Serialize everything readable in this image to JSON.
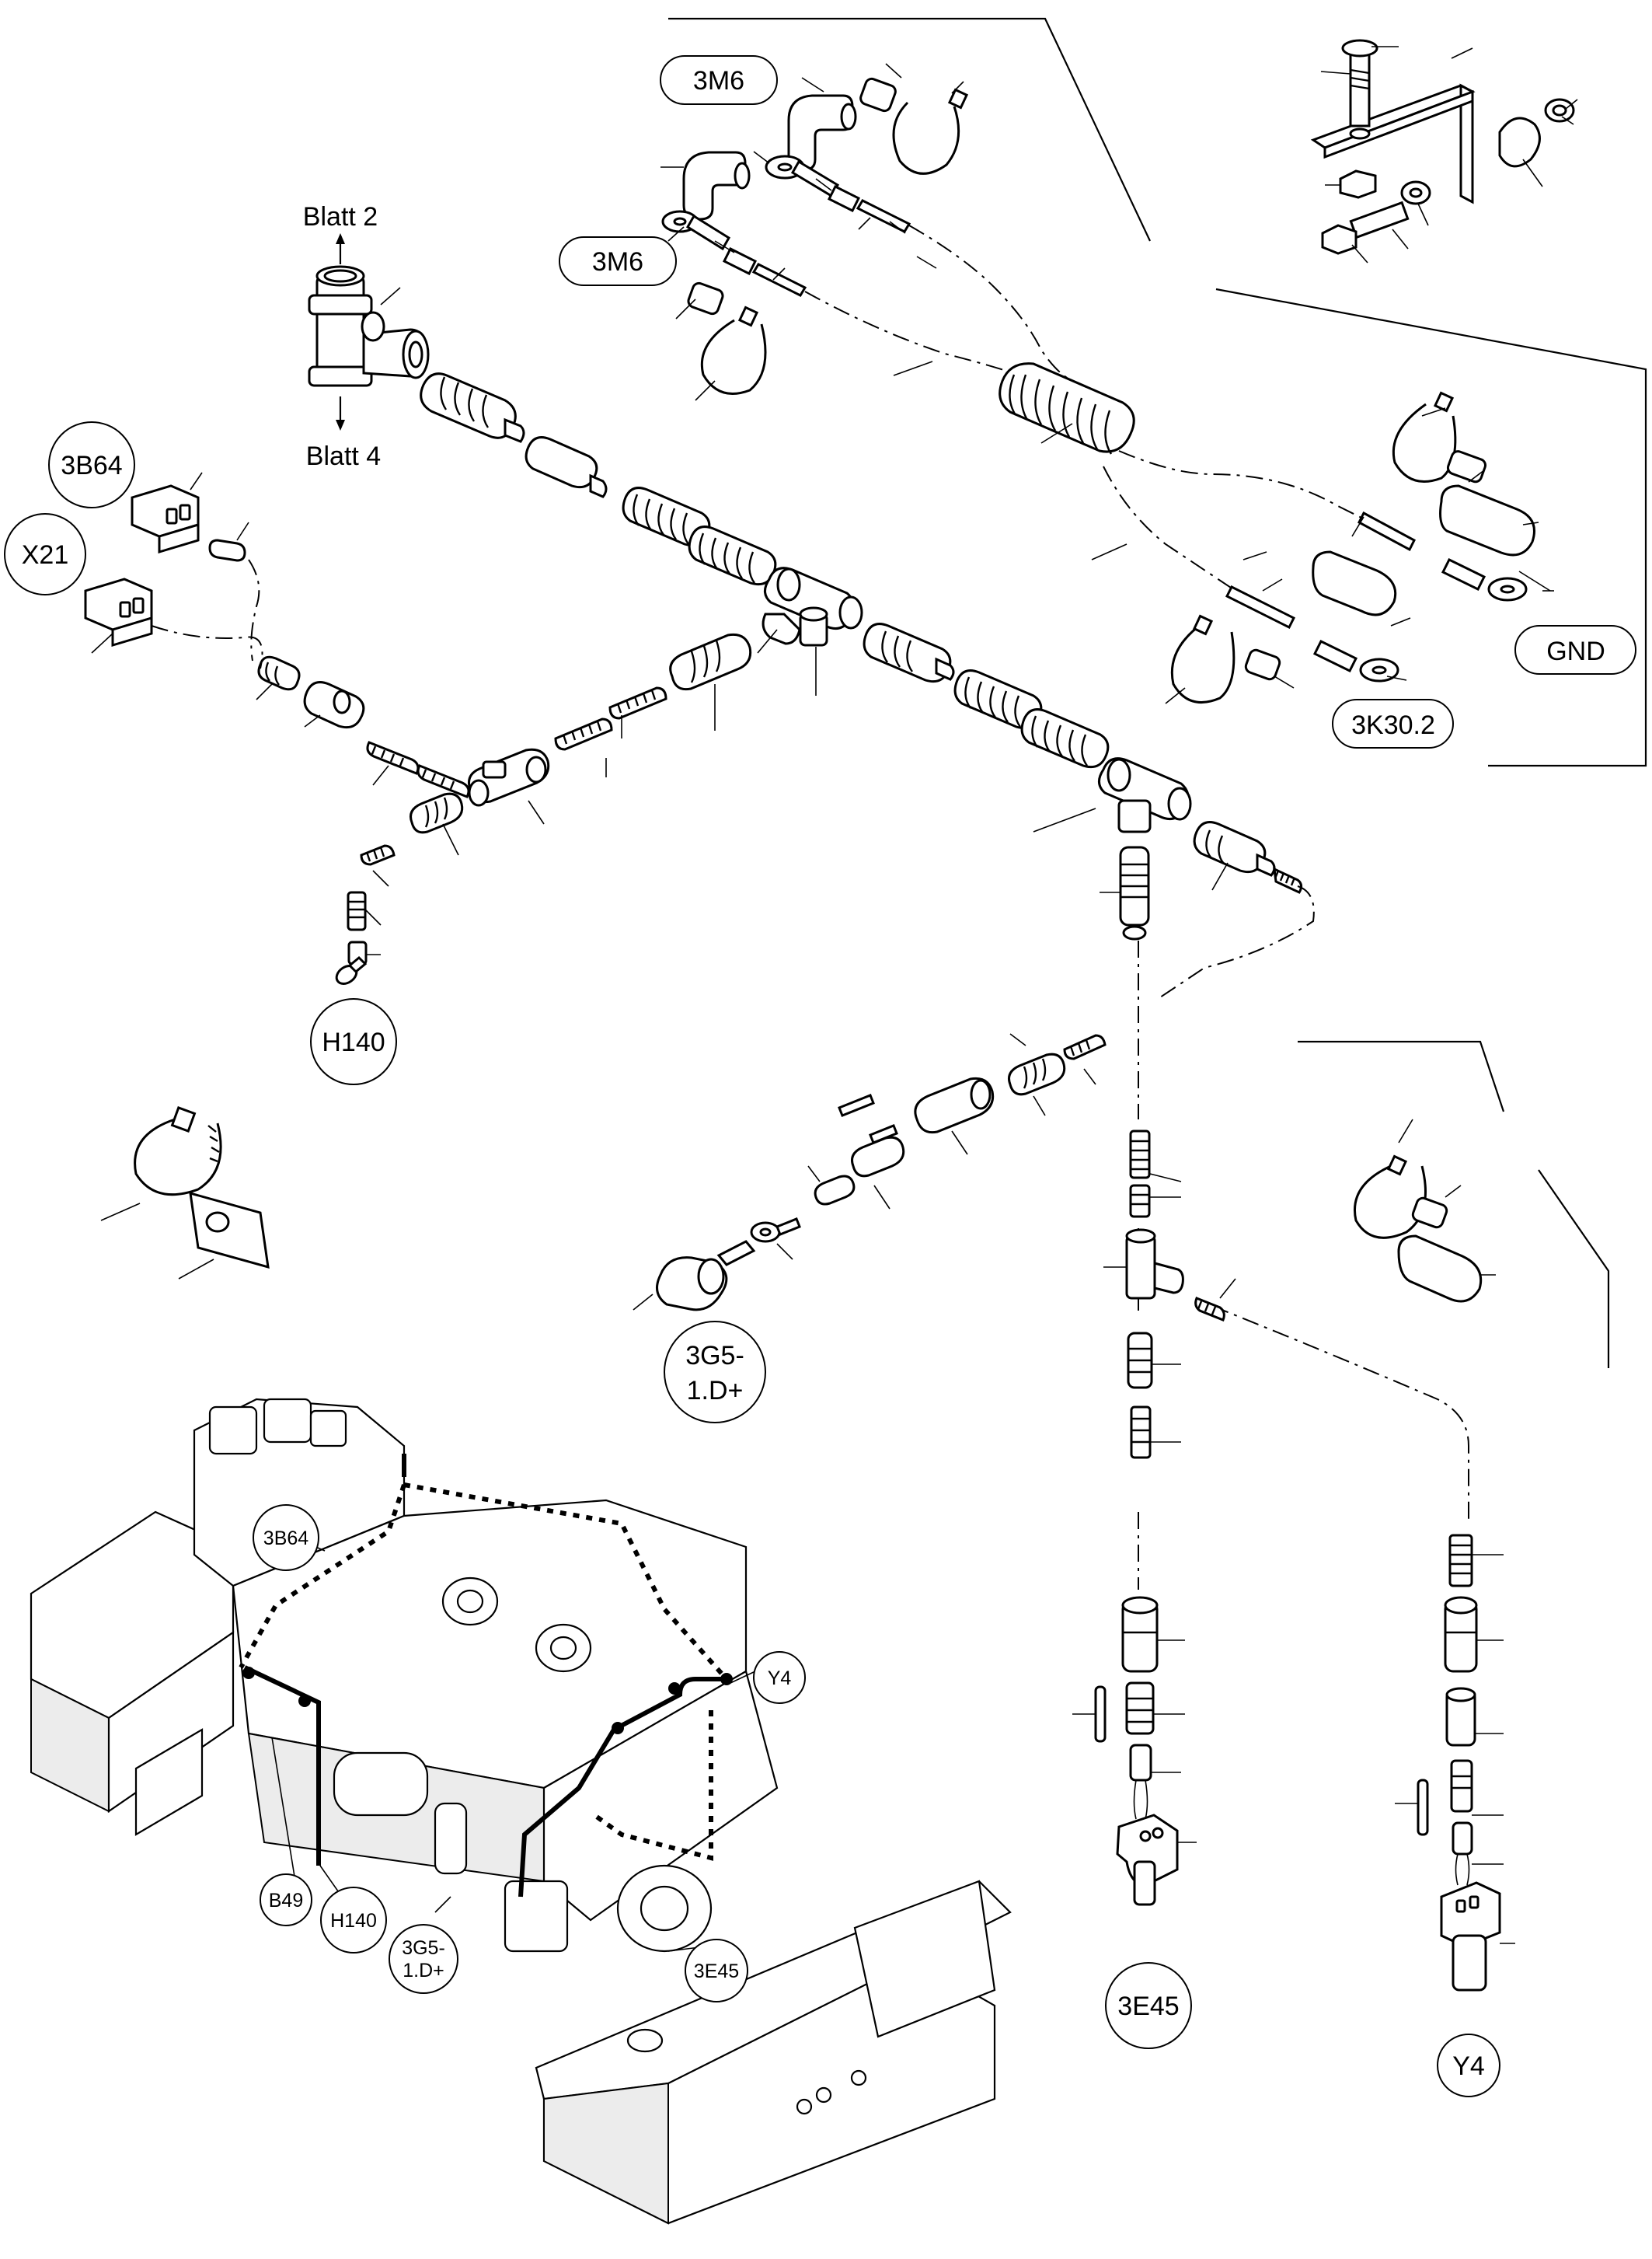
{
  "labels": {
    "blatt_2": "Blatt 2",
    "blatt_4": "Blatt 4",
    "conn_3m6_top": "3M6",
    "conn_3m6_mid": "3M6",
    "conn_3b64": "3B64",
    "conn_x21": "X21",
    "conn_h140": "H140",
    "conn_gnd": "GND",
    "conn_3k302": "3K30.2",
    "conn_3g5_line1": "3G5-",
    "conn_3g5_line2": "1.D+",
    "conn_3e45": "3E45",
    "conn_y4": "Y4"
  },
  "engine_labels": {
    "e_3b64": "3B64",
    "e_y4": "Y4",
    "e_b49": "B49",
    "e_h140": "H140",
    "e_3g5_line1": "3G5-",
    "e_3g5_line2": "1.D+",
    "e_3e45": "3E45"
  }
}
